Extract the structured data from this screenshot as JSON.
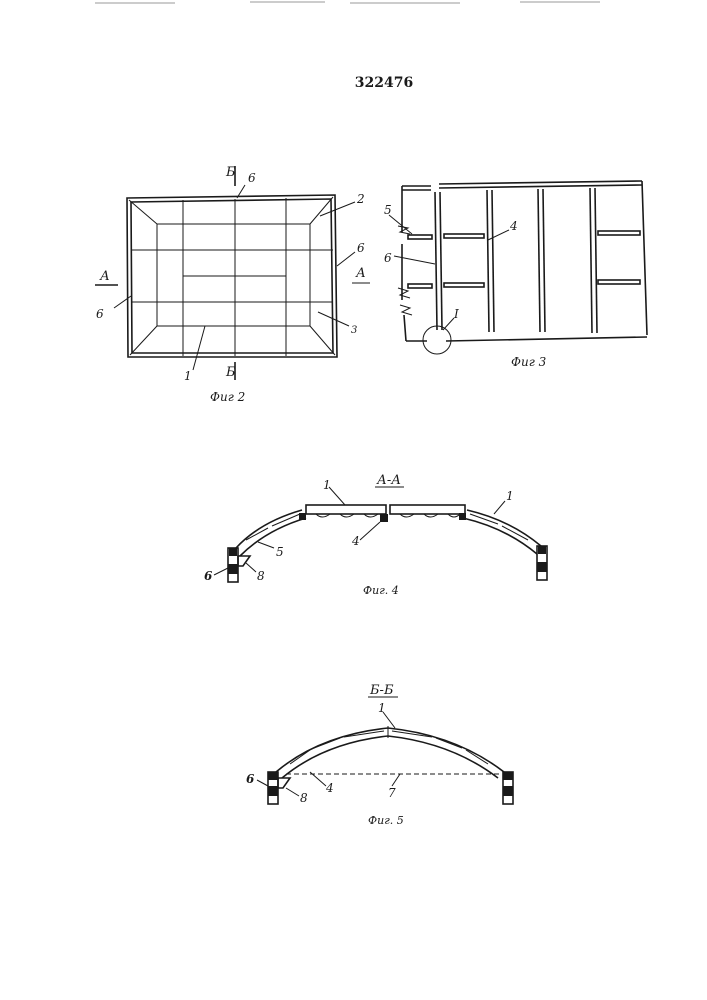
{
  "document": {
    "patent_number": "322476"
  },
  "figures": {
    "fig2": {
      "caption": "Фиг 2",
      "labels": {
        "cut_b_top": "Б",
        "cut_b_bottom": "Б",
        "cut_a_left": "А",
        "cut_a_right": "А",
        "l6_top": "6",
        "l6_left": "6",
        "l6_right": "6",
        "l2": "2",
        "l3": "3",
        "l1": "1"
      }
    },
    "fig3": {
      "caption": "Фиг 3",
      "labels": {
        "l5": "5",
        "l6": "6",
        "l4": "4",
        "detail": "I"
      }
    },
    "fig4": {
      "section": "А-А",
      "caption": "Фиг. 4",
      "labels": {
        "l1_left": "1",
        "l1_right": "1",
        "l4": "4",
        "l5": "5",
        "l6": "6",
        "l8": "8"
      }
    },
    "fig5": {
      "section": "Б-Б",
      "caption": "Фиг. 5",
      "labels": {
        "l1": "1",
        "l4": "4",
        "l6": "6",
        "l7": "7",
        "l8": "8"
      }
    }
  }
}
